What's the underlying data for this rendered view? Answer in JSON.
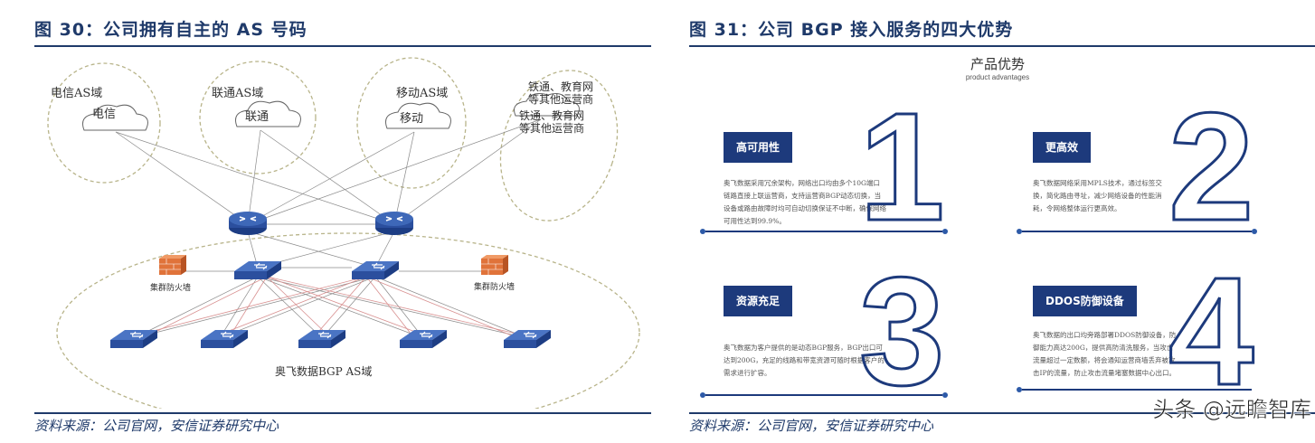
{
  "left": {
    "figure_title": "图 30：公司拥有自主的 AS 号码",
    "source": "资料来源：公司官网，安信证券研究中心",
    "domains": [
      {
        "domain_label": "电信AS域",
        "cloud_label": "电信"
      },
      {
        "domain_label": "联通AS域",
        "cloud_label": "联通"
      },
      {
        "domain_label": "移动AS域",
        "cloud_label": "移动"
      }
    ],
    "other_carriers_label_1": "铁通、教育网\n等其他运营商",
    "other_carriers_label_2": "铁通、教育网\n等其他运营商",
    "firewall_left": "集群防火墙",
    "firewall_right": "集群防火墙",
    "aofei_domain": "奥飞数据BGP AS域"
  },
  "right": {
    "figure_title": "图 31：公司 BGP 接入服务的四大优势",
    "source": "资料来源：公司官网，安信证券研究中心",
    "heading": "产品优势",
    "subheading": "product advantages",
    "cards": [
      {
        "number": "1",
        "tag": "高可用性",
        "text": "奥飞数据采用冗余架构，网络出口均由多个10G端口链路直接上联运营商，支持运营商BGP动态切换，当设备或路由故障时均可自动切换保证不中断，确保网络可用性达到99.9%。"
      },
      {
        "number": "2",
        "tag": "更高效",
        "text": "奥飞数据网络采用MPLS技术，通过标签交换，简化路由寻址，减少网络设备的性能消耗，令网络整体运行更高效。"
      },
      {
        "number": "3",
        "tag": "资源充足",
        "text": "奥飞数据为客户提供的是动态BGP服务，BGP出口可达到200G，充足的线路和带宽资源可随时根据客户的需求进行扩容。"
      },
      {
        "number": "4",
        "tag": "DDOS防御设备",
        "text": "奥飞数据的出口均旁路部署DDOS防御设备，防御能力高达200G，提供高防清洗服务，当攻击流量超过一定数额，将会通知运营商墙丢弃被攻击IP的流量，防止攻击流量堵塞数据中心出口。"
      }
    ],
    "watermark": "头条 @远瞻智库"
  },
  "colors": {
    "navy": "#1d3a7c",
    "title_blue": "#1f3a6a",
    "device_blue": "#2b4f9e",
    "firewall_orange": "#e0733a"
  }
}
